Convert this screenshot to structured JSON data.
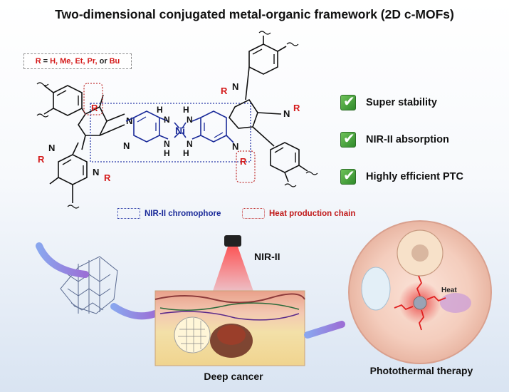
{
  "title": "Two-dimensional conjugated metal-organic framework (2D c-MOFs)",
  "r_definition": {
    "prefix": "R",
    "equals": "=",
    "options": [
      "H,",
      "Me,",
      "Et,",
      "Pr,",
      "or",
      "Bu"
    ]
  },
  "features": [
    "Super stability",
    "NIR-II absorption",
    "Highly efficient PTC"
  ],
  "legend": {
    "chromophore": "NIR-II chromophore",
    "heat_chain": "Heat production chain"
  },
  "molecule": {
    "metal": "Ni",
    "n": "N",
    "h": "H",
    "r": "R"
  },
  "labels": {
    "laser": "NIR-II",
    "tissue": "Deep cancer",
    "cell": "Photothermal therapy",
    "heat": "Heat"
  },
  "colors": {
    "chromophore_blue": "#1a2a99",
    "heat_red": "#c01818",
    "check_green": "#3a9a30"
  }
}
